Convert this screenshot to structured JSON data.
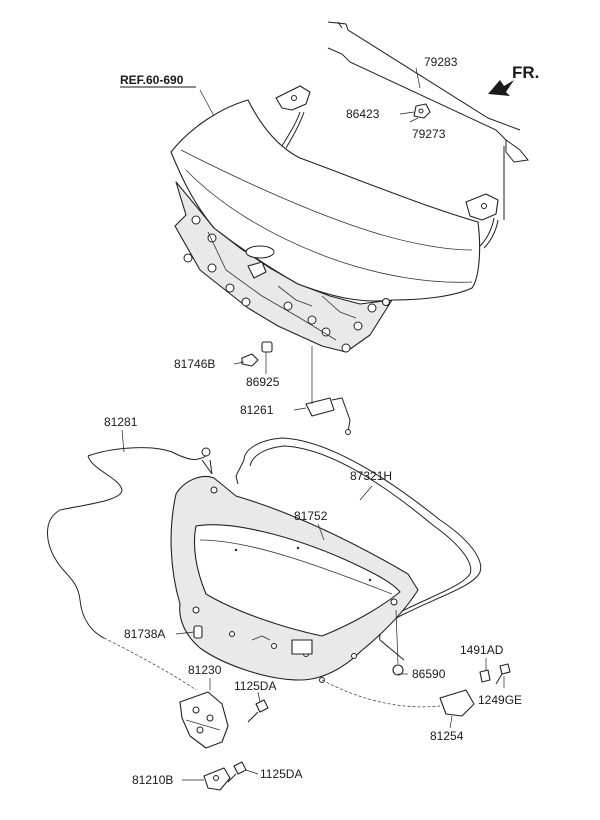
{
  "diagram": {
    "reference_label": "REF.60-690",
    "direction_label": "FR.",
    "parts": [
      {
        "id": "p79283",
        "label": "79283"
      },
      {
        "id": "p86423",
        "label": "86423"
      },
      {
        "id": "p79273",
        "label": "79273"
      },
      {
        "id": "p81746B",
        "label": "81746B"
      },
      {
        "id": "p86925",
        "label": "86925"
      },
      {
        "id": "p81261",
        "label": "81261"
      },
      {
        "id": "p81281",
        "label": "81281"
      },
      {
        "id": "p87321H",
        "label": "87321H"
      },
      {
        "id": "p81752",
        "label": "81752"
      },
      {
        "id": "p81738A",
        "label": "81738A"
      },
      {
        "id": "p1491AD",
        "label": "1491AD"
      },
      {
        "id": "p86590",
        "label": "86590"
      },
      {
        "id": "p81230",
        "label": "81230"
      },
      {
        "id": "p1125DA_a",
        "label": "1125DA"
      },
      {
        "id": "p1249GE",
        "label": "1249GE"
      },
      {
        "id": "p81254",
        "label": "81254"
      },
      {
        "id": "p81210B",
        "label": "81210B"
      },
      {
        "id": "p1125DA_b",
        "label": "1125DA"
      }
    ]
  }
}
